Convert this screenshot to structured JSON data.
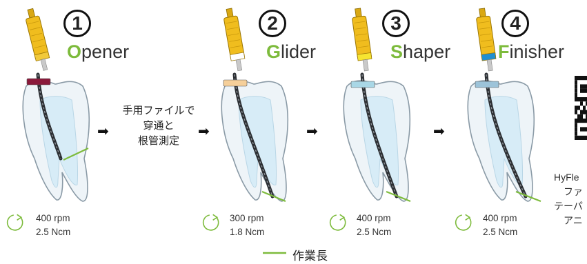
{
  "steps": [
    {
      "number": "1",
      "initial": "O",
      "rest": "pener",
      "collar": "#8b1a3b",
      "band": "#f1c93a",
      "rpm": "400 rpm",
      "torque": "2.5 Ncm"
    },
    {
      "number": "2",
      "initial": "G",
      "rest": "lider",
      "collar": "#f5cf9a",
      "band": "#ffffff",
      "rpm": "300 rpm",
      "torque": "1.8 Ncm"
    },
    {
      "number": "3",
      "initial": "S",
      "rest": "haper",
      "collar": "#a9d7e6",
      "band": "#f6e531",
      "rpm": "400 rpm",
      "torque": "2.5 Ncm"
    },
    {
      "number": "4",
      "initial": "F",
      "rest": "inisher",
      "collar": "#9cc3d9",
      "band": "#1f8fd1",
      "rpm": "400 rpm",
      "torque": "2.5 Ncm"
    }
  ],
  "middle_note": [
    "手用ファイルで",
    "穿通と",
    "根管測定"
  ],
  "qr_text": [
    "HyFle",
    "ファ",
    "テーパ",
    "アニ"
  ],
  "legend_label": "作業長",
  "colors": {
    "accent": "#7dbb3c",
    "handle": "#f0bd1e",
    "tooth_outline": "#8a9aa6",
    "root_canal": "#d7ecf7",
    "rotate_icon": "#7dbb3c"
  },
  "icons": {
    "arrow": "right-arrow-icon",
    "rotation": "rotate-clockwise-icon",
    "qr": "qr-code"
  }
}
